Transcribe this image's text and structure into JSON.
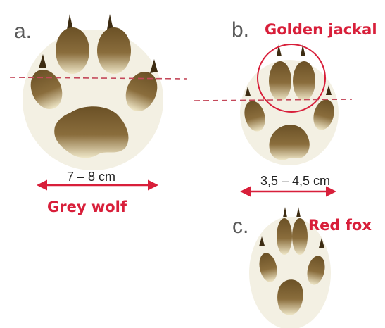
{
  "labels": {
    "a": {
      "letter": "a.",
      "species": "Grey wolf",
      "measure": "7 – 8 cm"
    },
    "b": {
      "letter": "b.",
      "species": "Golden jackal",
      "measure": "3,5 – 4,5 cm"
    },
    "c": {
      "letter": "c.",
      "species": "Red fox"
    }
  },
  "colors": {
    "pad_dark": "#6b5126",
    "pad_light": "#eae2c4",
    "print_bg": "#f3f0e3",
    "accent_red": "#d81f3a",
    "claw": "#3d2c12",
    "dashed_line": "#c4485a"
  }
}
